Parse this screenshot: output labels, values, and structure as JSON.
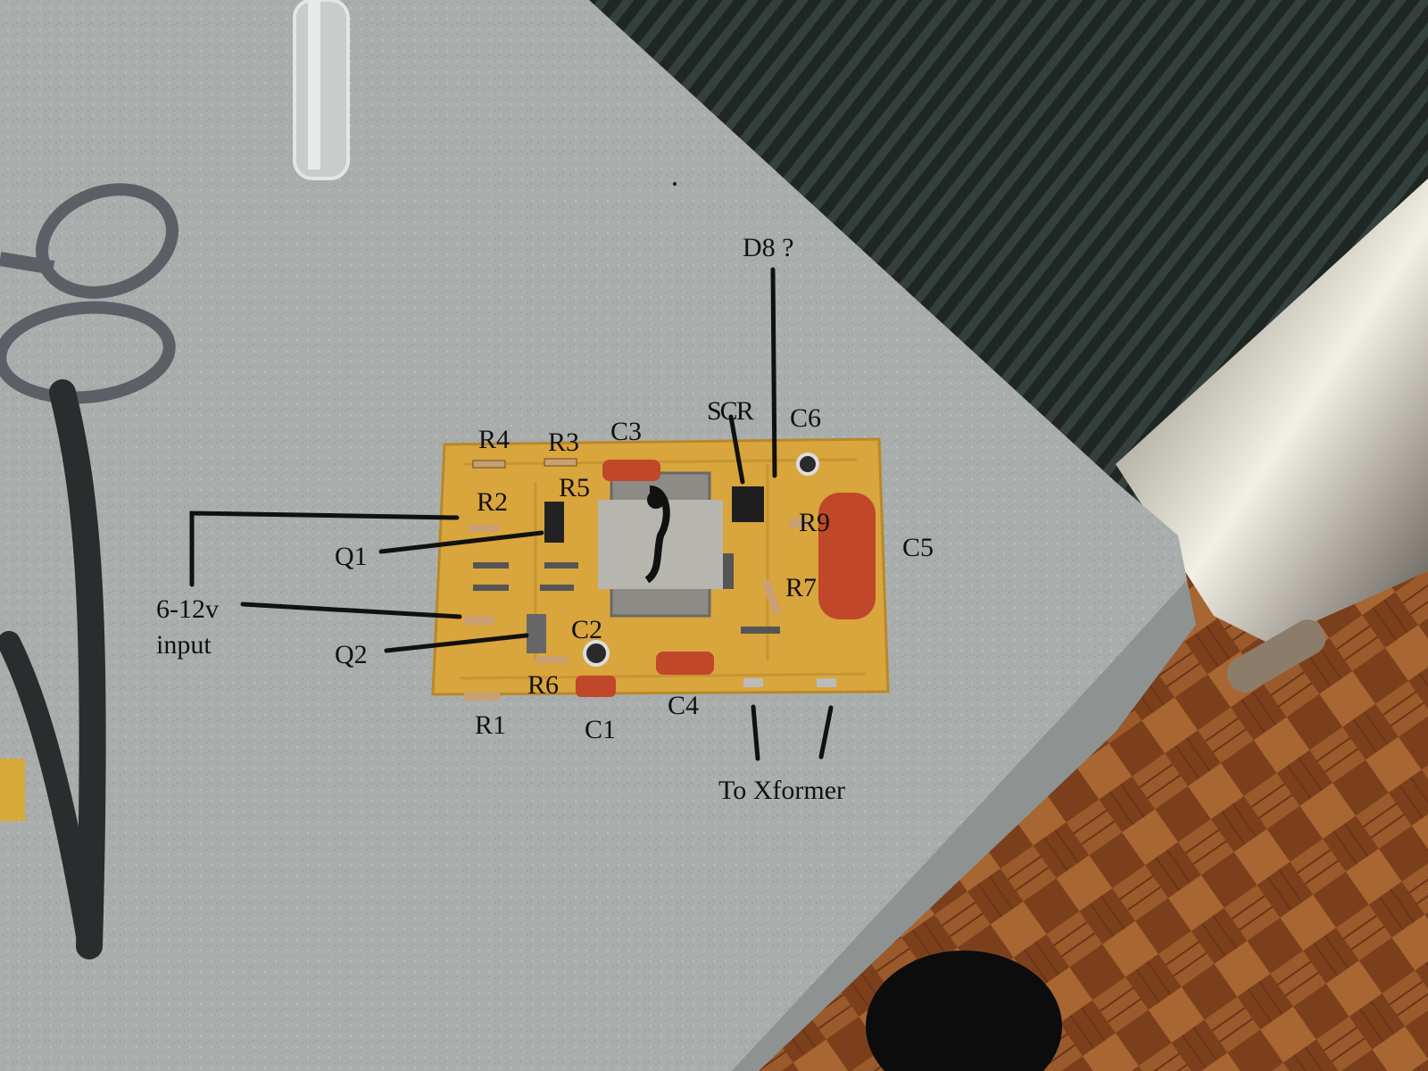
{
  "labels": {
    "d8": "D8 ?",
    "scr": "SCR",
    "c6": "C6",
    "r4": "R4",
    "r3": "R3",
    "c3": "C3",
    "r5": "R5",
    "r2": "R2",
    "r9": "R9",
    "c5": "C5",
    "q1": "Q1",
    "r7": "R7",
    "input_line1": "6-12v",
    "input_line2": "input",
    "c2": "C2",
    "q2": "Q2",
    "r6": "R6",
    "c4": "C4",
    "r1": "R1",
    "c1": "C1",
    "to_xformer": "To Xformer"
  },
  "colors": {
    "countertop": "#a9adac",
    "pcb": "#d9a53d",
    "floor": "#8a4a22",
    "annotation": "#111111",
    "capacitor_red": "#c0472a"
  }
}
